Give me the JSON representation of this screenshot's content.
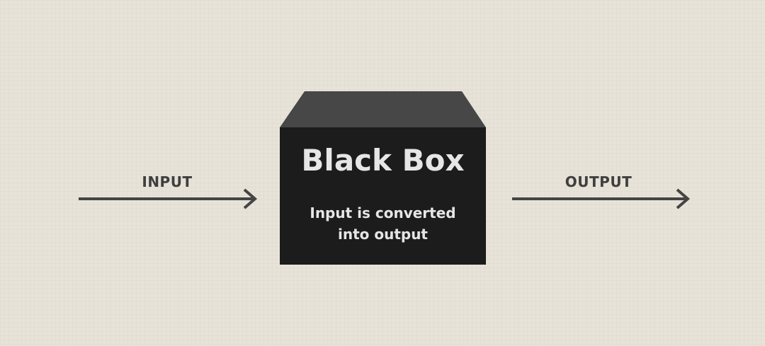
{
  "input_label": "INPUT",
  "output_label": "OUTPUT",
  "box": {
    "title": "Black Box",
    "description_line1": "Input is converted",
    "description_line2": "into output"
  },
  "colors": {
    "background": "#e8e3d9",
    "box_front": "#1c1c1c",
    "box_top": "#474747",
    "arrow": "#444444"
  }
}
